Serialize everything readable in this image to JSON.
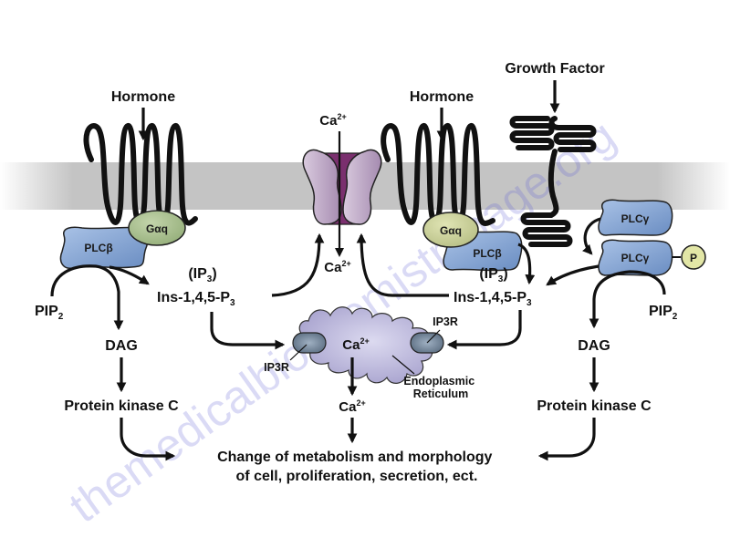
{
  "diagram": {
    "title": "Phospholipase C signaling via hormone receptors and growth factor receptor",
    "watermark": "themedicalbiochemistrypage.org",
    "colors": {
      "membrane": "#c4c4c4",
      "plc": "#7d9fd0",
      "galpha": "#9db585",
      "channel_outer": "#c3afc9",
      "channel_core": "#7a2f6e",
      "er": "#b9b5d8",
      "ip3r": "#6f8296",
      "phosphate": "#e2e6a6",
      "watermark": "#5b5bd6"
    },
    "left_pathway": {
      "ligand": "Hormone",
      "galpha": "Gαq",
      "plc": "PLCβ",
      "substrate": "PIP",
      "substrate_sub": "2",
      "ip3_abbrev_open": "(IP",
      "ip3_abbrev_sub": "3",
      "ip3_abbrev_close": ")",
      "ip3_name": "Ins-1,4,5-P",
      "ip3_name_sub": "3",
      "dag": "DAG",
      "kinase": "Protein kinase C"
    },
    "channel": {
      "ion_top": "Ca",
      "ion_top_sup": "2+",
      "ion_bottom": "Ca",
      "ion_bottom_sup": "2+"
    },
    "middle_pathway": {
      "ligand": "Hormone",
      "galpha": "Gαq",
      "plc": "PLCβ",
      "ip3_abbrev_open": "(IP",
      "ip3_abbrev_sub": "3",
      "ip3_abbrev_close": ")",
      "ip3_name": "Ins-1,4,5-P",
      "ip3_name_sub": "3"
    },
    "right_pathway": {
      "ligand": "Growth Factor",
      "plc_inactive": "PLCγ",
      "plc_active": "PLCγ",
      "phosphate": "P",
      "substrate": "PIP",
      "substrate_sub": "2",
      "dag": "DAG",
      "kinase": "Protein kinase C"
    },
    "er": {
      "ion": "Ca",
      "ion_sup": "2+",
      "receptor_left": "IP3R",
      "receptor_right": "IP3R",
      "label_line1": "Endoplasmic",
      "label_line2": "Reticulum",
      "released_ion": "Ca",
      "released_ion_sup": "2+"
    },
    "outcome": {
      "line1": "Change of metabolism and morphology",
      "line2": "of cell, proliferation, secretion, ect."
    }
  }
}
